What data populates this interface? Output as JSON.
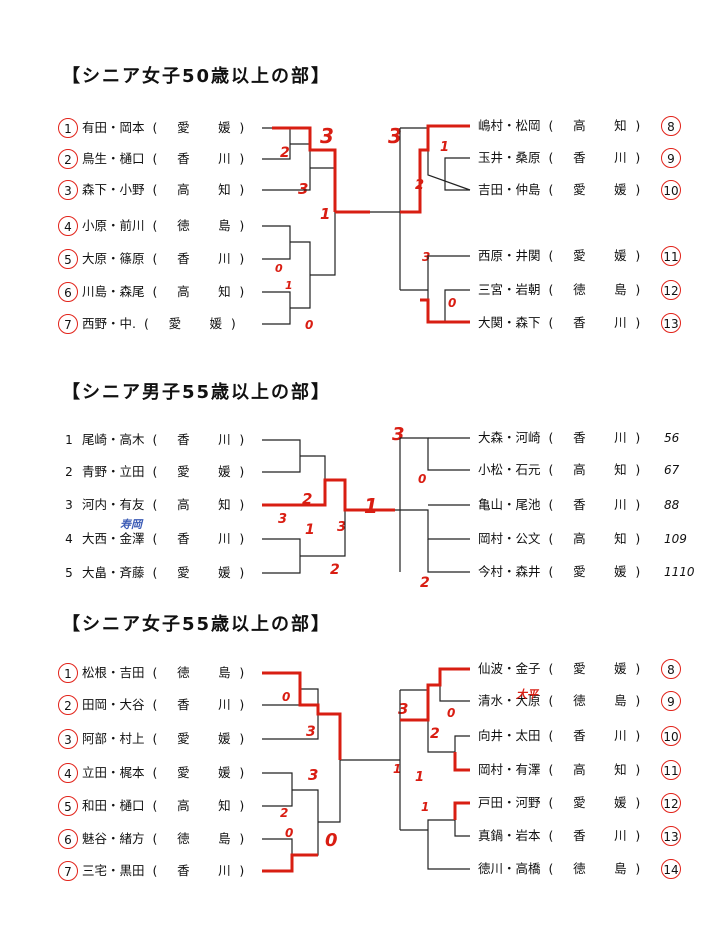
{
  "sections": [
    {
      "title": "【シニア女子50歳以上の部】",
      "left": [
        {
          "num": "1",
          "names": "有田・岡本",
          "pref": [
            "愛",
            "媛"
          ]
        },
        {
          "num": "2",
          "names": "鳥生・樋口",
          "pref": [
            "香",
            "川"
          ]
        },
        {
          "num": "3",
          "names": "森下・小野",
          "pref": [
            "高",
            "知"
          ]
        },
        {
          "num": "4",
          "names": "小原・前川",
          "pref": [
            "徳",
            "島"
          ]
        },
        {
          "num": "5",
          "names": "大原・篠原",
          "pref": [
            "香",
            "川"
          ]
        },
        {
          "num": "6",
          "names": "川島・森尾",
          "pref": [
            "高",
            "知"
          ]
        },
        {
          "num": "7",
          "names": "西野・中.",
          "pref": [
            "愛",
            "媛"
          ]
        }
      ],
      "right": [
        {
          "num": "8",
          "names": "嶋村・松岡",
          "pref": [
            "高",
            "知"
          ]
        },
        {
          "num": "9",
          "names": "玉井・桑原",
          "pref": [
            "香",
            "川"
          ]
        },
        {
          "num": "10",
          "names": "吉田・仲島",
          "pref": [
            "愛",
            "媛"
          ]
        },
        {
          "num": "11",
          "names": "西原・井関",
          "pref": [
            "愛",
            "媛"
          ]
        },
        {
          "num": "12",
          "names": "三宮・岩朝",
          "pref": [
            "徳",
            "島"
          ]
        },
        {
          "num": "13",
          "names": "大関・森下",
          "pref": [
            "香",
            "川"
          ]
        }
      ],
      "scores": [
        "3",
        "2",
        "3",
        "1",
        "0",
        "1",
        "0",
        "3",
        "1",
        "2",
        "3",
        "0"
      ]
    },
    {
      "title": "【シニア男子55歳以上の部】",
      "left": [
        {
          "num": "1",
          "names": "尾崎・高木",
          "pref": [
            "香",
            "川"
          ]
        },
        {
          "num": "2",
          "names": "青野・立田",
          "pref": [
            "愛",
            "媛"
          ]
        },
        {
          "num": "3",
          "names": "河内・有友",
          "pref": [
            "高",
            "知"
          ]
        },
        {
          "num": "4",
          "names": "大西・金澤",
          "pref": [
            "香",
            "川"
          ]
        },
        {
          "num": "5",
          "names": "大畠・斉藤",
          "pref": [
            "愛",
            "媛"
          ]
        }
      ],
      "right": [
        {
          "num": "56",
          "names": "大森・河崎",
          "pref": [
            "香",
            "川"
          ]
        },
        {
          "num": "67",
          "names": "小松・石元",
          "pref": [
            "高",
            "知"
          ]
        },
        {
          "num": "88",
          "names": "亀山・尾池",
          "pref": [
            "香",
            "川"
          ]
        },
        {
          "num": "109",
          "names": "岡村・公文",
          "pref": [
            "高",
            "知"
          ]
        },
        {
          "num": "1110",
          "names": "今村・森井",
          "pref": [
            "愛",
            "媛"
          ]
        }
      ],
      "left_annotation": "寿岡",
      "scores": [
        "2",
        "3",
        "1",
        "3",
        "2",
        "3",
        "0",
        "1",
        "2"
      ]
    },
    {
      "title": "【シニア女子55歳以上の部】",
      "left": [
        {
          "num": "1",
          "names": "松根・吉田",
          "pref": [
            "徳",
            "島"
          ]
        },
        {
          "num": "2",
          "names": "田岡・大谷",
          "pref": [
            "香",
            "川"
          ]
        },
        {
          "num": "3",
          "names": "阿部・村上",
          "pref": [
            "愛",
            "媛"
          ]
        },
        {
          "num": "4",
          "names": "立田・梶本",
          "pref": [
            "愛",
            "媛"
          ]
        },
        {
          "num": "5",
          "names": "和田・樋口",
          "pref": [
            "高",
            "知"
          ]
        },
        {
          "num": "6",
          "names": "魅谷・緒方",
          "pref": [
            "徳",
            "島"
          ]
        },
        {
          "num": "7",
          "names": "三宅・黒田",
          "pref": [
            "香",
            "川"
          ]
        }
      ],
      "right": [
        {
          "num": "8",
          "names": "仙波・金子",
          "pref": [
            "愛",
            "媛"
          ]
        },
        {
          "num": "9",
          "names": "清水・大原",
          "pref": [
            "徳",
            "島"
          ]
        },
        {
          "num": "10",
          "names": "向井・太田",
          "pref": [
            "香",
            "川"
          ]
        },
        {
          "num": "11",
          "names": "岡村・有澤",
          "pref": [
            "高",
            "知"
          ]
        },
        {
          "num": "12",
          "names": "戸田・河野",
          "pref": [
            "愛",
            "媛"
          ]
        },
        {
          "num": "13",
          "names": "真鍋・岩本",
          "pref": [
            "香",
            "川"
          ]
        },
        {
          "num": "14",
          "names": "徳川・高橋",
          "pref": [
            "徳",
            "島"
          ]
        }
      ],
      "right_annotation": "大平",
      "scores": [
        "0",
        "3",
        "3",
        "2",
        "0",
        "0",
        "3",
        "0",
        "2",
        "1",
        "1",
        "1"
      ]
    }
  ]
}
